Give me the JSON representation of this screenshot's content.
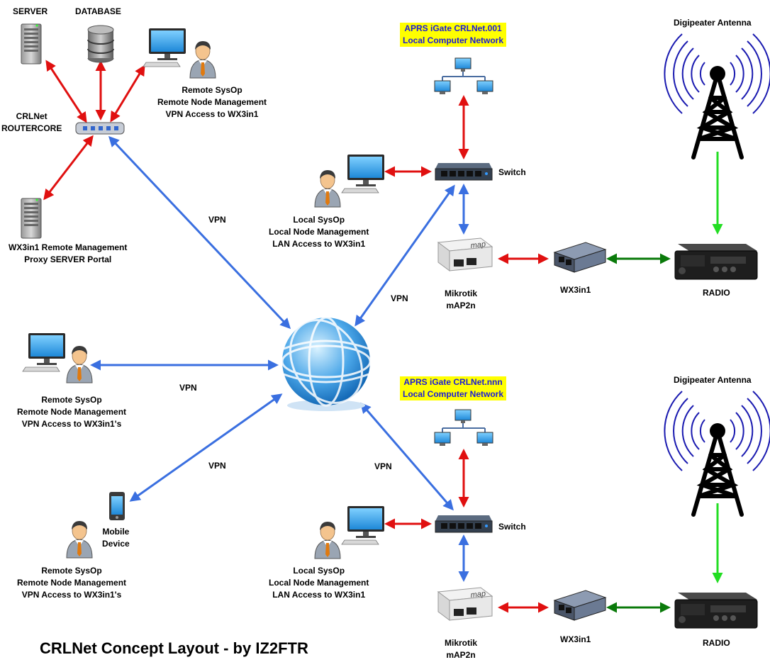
{
  "title": "CRLNet Concept Layout - by IZ2FTR",
  "labels": {
    "server": "SERVER",
    "database": "DATABASE",
    "remote_sysop_top": [
      "Remote SysOp",
      "Remote Node Management",
      "VPN Access to WX3in1"
    ],
    "router": [
      "CRLNet",
      "ROUTERCORE"
    ],
    "proxy_server": [
      "WX3in1 Remote Management",
      "Proxy SERVER Portal"
    ],
    "remote_sysop_mid": [
      "Remote SysOp",
      "Remote Node Management",
      "VPN Access to WX3in1's"
    ],
    "mobile_device": [
      "Mobile",
      "Device"
    ],
    "remote_sysop_bottom": [
      "Remote SysOp",
      "Remote Node Management",
      "VPN Access to WX3in1's"
    ],
    "vpn": "VPN",
    "local_sysop": [
      "Local SysOp",
      "Local Node Management",
      "LAN Access to WX3in1"
    ],
    "switch": "Switch",
    "mikrotik": [
      "Mikrotik",
      "mAP2n"
    ],
    "wx3in1": "WX3in1",
    "radio": "RADIO",
    "digipeater_antenna": "Digipeater Antenna",
    "igate_top": [
      "APRS iGate CRLNet.001",
      "Local Computer Network"
    ],
    "igate_bottom": [
      "APRS iGate CRLNet.nnn",
      "Local Computer Network"
    ]
  },
  "colors": {
    "vpn_link": "#3a6fe0",
    "lan_link": "#e01010",
    "rf_link": "#0a7a0a",
    "antenna_link": "#22dd22",
    "banner_bg": "#ffff00",
    "banner_text": "#1a1ad8"
  }
}
